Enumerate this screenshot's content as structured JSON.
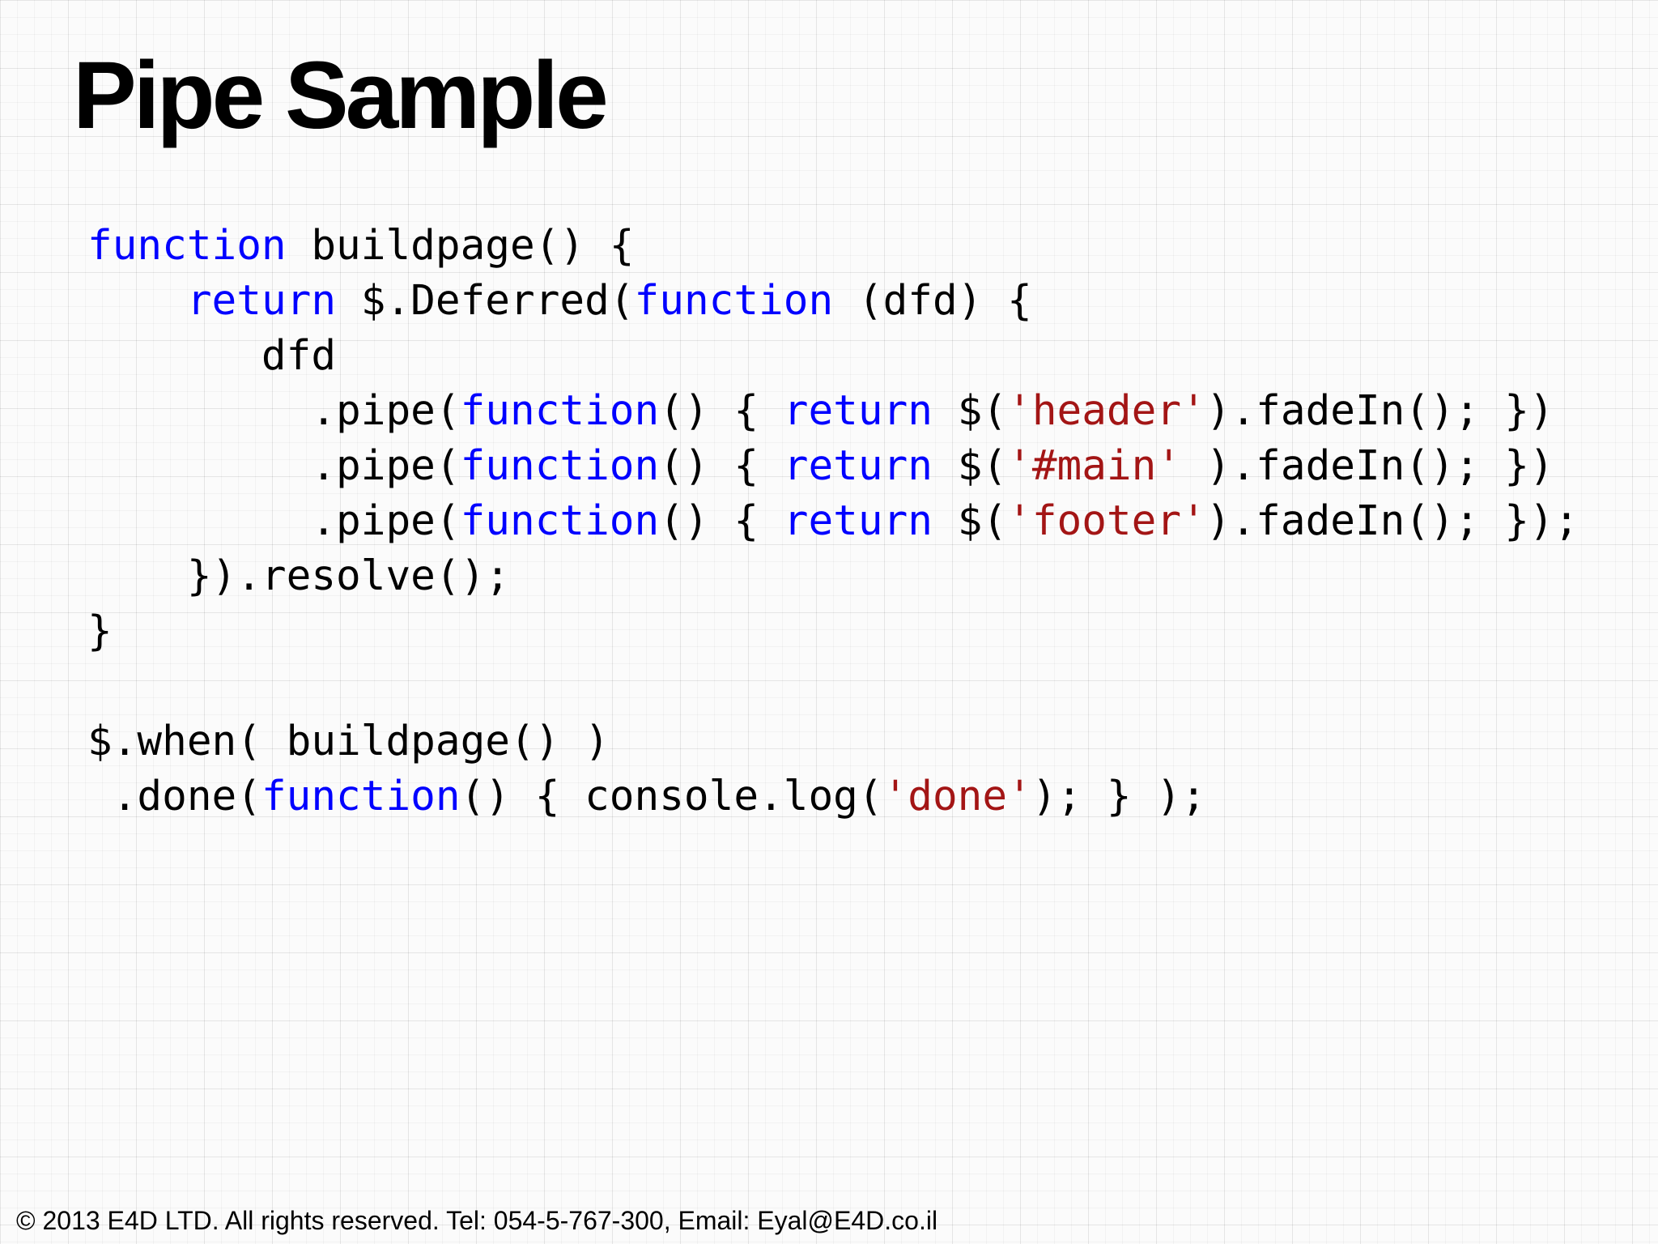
{
  "slide": {
    "title": "Pipe Sample"
  },
  "colors": {
    "keyword": "#0000ff",
    "string": "#a31515",
    "text": "#000000"
  },
  "code": {
    "lines": [
      [
        [
          "function",
          "keyword"
        ],
        [
          " buildpage() {",
          "plain"
        ]
      ],
      [
        [
          "    ",
          "plain"
        ],
        [
          "return",
          "keyword"
        ],
        [
          " $.Deferred(",
          "plain"
        ],
        [
          "function",
          "keyword"
        ],
        [
          " (dfd) {",
          "plain"
        ]
      ],
      [
        [
          "       dfd",
          "plain"
        ]
      ],
      [
        [
          "         .pipe(",
          "plain"
        ],
        [
          "function",
          "keyword"
        ],
        [
          "() { ",
          "plain"
        ],
        [
          "return",
          "keyword"
        ],
        [
          " $(",
          "plain"
        ],
        [
          "'header'",
          "string"
        ],
        [
          ").fadeIn(); })",
          "plain"
        ]
      ],
      [
        [
          "         .pipe(",
          "plain"
        ],
        [
          "function",
          "keyword"
        ],
        [
          "() { ",
          "plain"
        ],
        [
          "return",
          "keyword"
        ],
        [
          " $(",
          "plain"
        ],
        [
          "'#main'",
          "string"
        ],
        [
          " ).fadeIn(); })",
          "plain"
        ]
      ],
      [
        [
          "         .pipe(",
          "plain"
        ],
        [
          "function",
          "keyword"
        ],
        [
          "() { ",
          "plain"
        ],
        [
          "return",
          "keyword"
        ],
        [
          " $(",
          "plain"
        ],
        [
          "'footer'",
          "string"
        ],
        [
          ").fadeIn(); });",
          "plain"
        ]
      ],
      [
        [
          "    }).resolve();",
          "plain"
        ]
      ],
      [
        [
          "}",
          "plain"
        ]
      ],
      [
        [
          "",
          "plain"
        ]
      ],
      [
        [
          "$.when( buildpage() )",
          "plain"
        ]
      ],
      [
        [
          " .done(",
          "plain"
        ],
        [
          "function",
          "keyword"
        ],
        [
          "() { console.log(",
          "plain"
        ],
        [
          "'done'",
          "string"
        ],
        [
          "); } );",
          "plain"
        ]
      ]
    ]
  },
  "footer": {
    "text": "© 2013 E4D LTD. All rights reserved. Tel: 054-5-767-300, Email: Eyal@E4D.co.il"
  }
}
